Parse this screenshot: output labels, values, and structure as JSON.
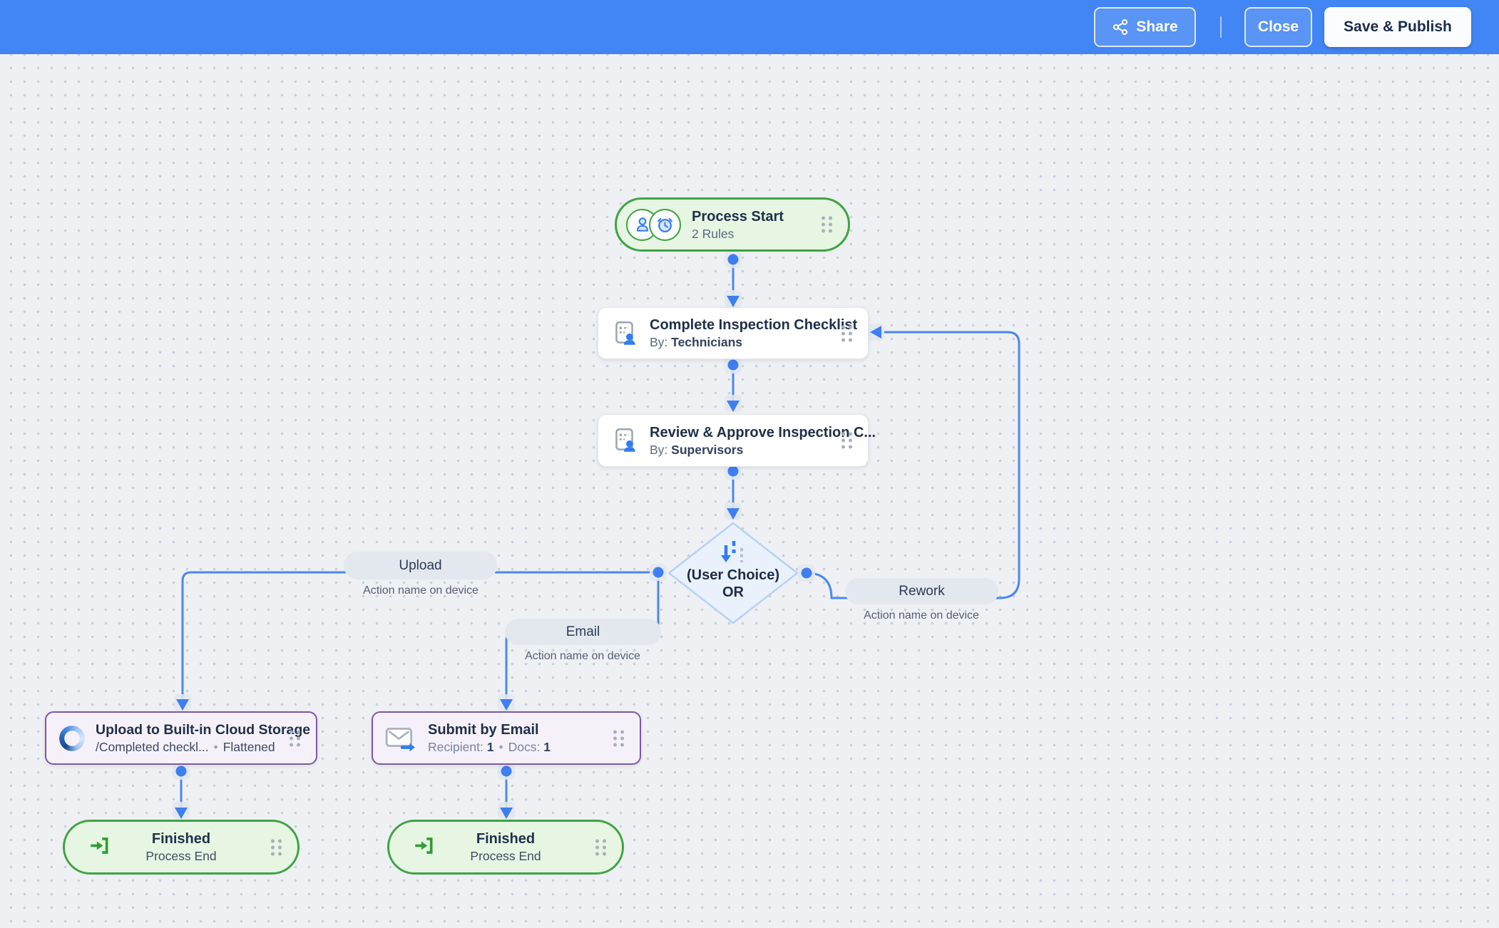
{
  "header": {
    "share_label": "Share",
    "close_label": "Close",
    "save_publish_label": "Save & Publish",
    "bar_color": "#4285f4"
  },
  "flow": {
    "process_start": {
      "title": "Process Start",
      "subtitle": "2 Rules"
    },
    "complete_checklist": {
      "title": "Complete Inspection Checklist",
      "by_label": "By:",
      "by_value": "Technicians"
    },
    "review_approve": {
      "title": "Review & Approve Inspection C...",
      "by_label": "By:",
      "by_value": "Supervisors"
    },
    "decision": {
      "line1": "(User Choice)",
      "line2": "OR"
    },
    "branches": {
      "upload": {
        "label": "Upload",
        "caption": "Action name on device"
      },
      "email": {
        "label": "Email",
        "caption": "Action name on device"
      },
      "rework": {
        "label": "Rework",
        "caption": "Action name on device"
      }
    },
    "upload_cloud": {
      "title": "Upload to Built-in Cloud Storage",
      "path": "/Completed checkl...",
      "separator": "•",
      "mode": "Flattened"
    },
    "submit_email": {
      "title": "Submit by Email",
      "recipient_label": "Recipient:",
      "recipient_value": "1",
      "separator": "•",
      "docs_label": "Docs:",
      "docs_value": "1"
    },
    "finished_left": {
      "title": "Finished",
      "subtitle": "Process End"
    },
    "finished_right": {
      "title": "Finished",
      "subtitle": "Process End"
    }
  },
  "icons": {
    "share": "share-network-icon",
    "process_start": [
      "user-icon",
      "alarm-clock-icon"
    ],
    "task": "document-user-icon",
    "decision": "branch-split-icon",
    "cloud": "cloud-storage-ring-icon",
    "email": "envelope-send-icon",
    "finished": "enter-bracket-icon",
    "drag": "drag-handle-dots-icon"
  },
  "colors": {
    "connector_blue": "#4c87ef",
    "node_green_border": "#3fa343",
    "node_green_fill": "#e6f6e3",
    "node_purple_border": "#7d57a8",
    "node_purple_fill": "#f6f1f9",
    "diamond_fill": "#e9f1fc",
    "diamond_border": "#b7d2f3",
    "canvas_bg": "#eef0f3"
  }
}
